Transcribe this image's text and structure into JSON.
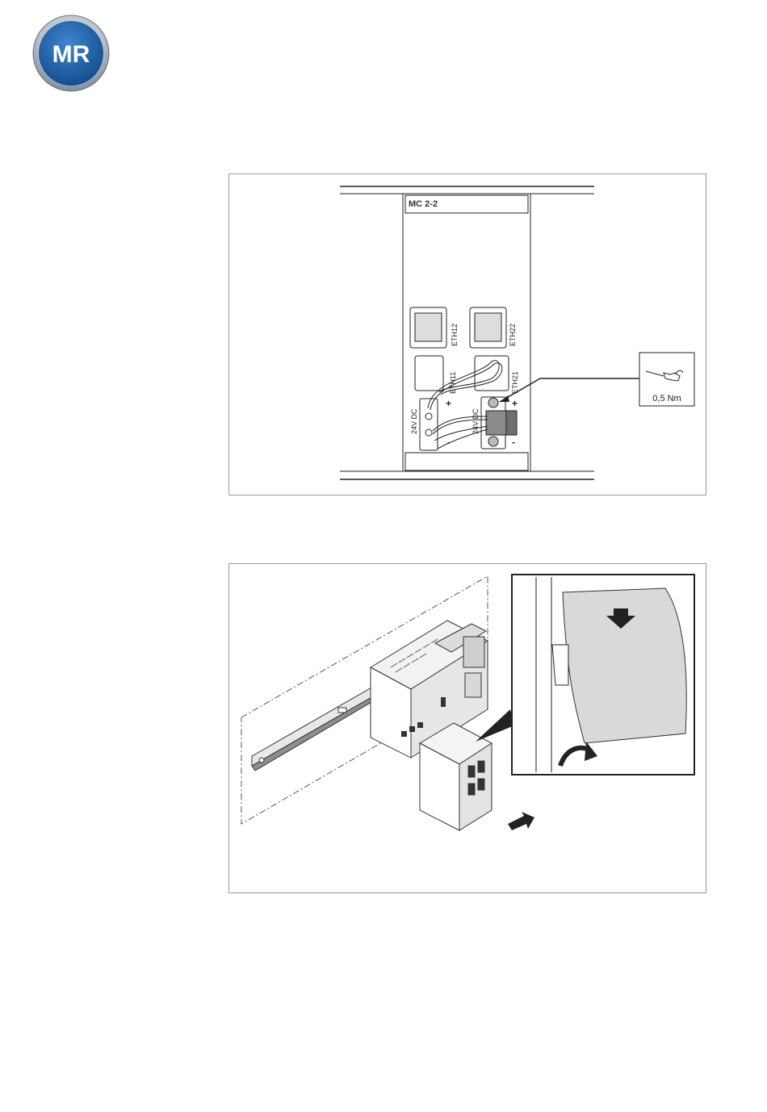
{
  "logo": {
    "text": "MR",
    "icon": "mr-company-logo"
  },
  "figure1": {
    "device_label": "MC 2-2",
    "ports": [
      "ETH12",
      "ETH22",
      "ETH11",
      "ETH21"
    ],
    "power_left_label": "24V DC",
    "power_right_label": "24V DC",
    "plus": "+",
    "minus": "-",
    "torque": "0,5 Nm"
  },
  "figure2": {
    "icons": [
      "din-rail-icon",
      "device-module-icon",
      "arrow-down-icon",
      "curved-arrow-icon"
    ]
  },
  "colors": {
    "logo_blue": "#1a5fa8",
    "logo_ring": "#9aa6b4",
    "line": "#222222",
    "module_fill": "#d9d9d9"
  }
}
